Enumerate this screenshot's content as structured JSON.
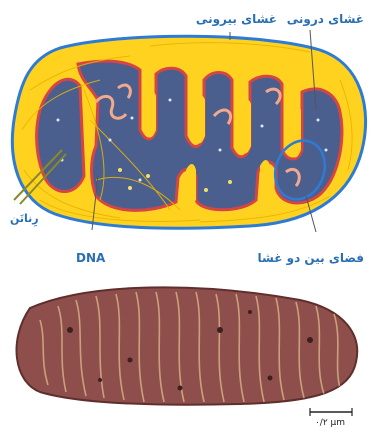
{
  "labels": {
    "inner_membrane": "غشای درونی",
    "outer_membrane": "غشای بیرونی",
    "ribosome": "رِناتَن",
    "dna": "DNA",
    "intermembrane_space": "فضای بین دو غشا"
  },
  "micrograph": {
    "scale_bar": "۰/۲ µm"
  },
  "colors": {
    "outer_membrane": "#2e7bd6",
    "inner_membrane": "#d64545",
    "cytoplasm_fill": "#ffd21f",
    "matrix": "#4a5f8e",
    "label": "#2a6fb5",
    "micrograph_body": "#8e4f4c"
  }
}
